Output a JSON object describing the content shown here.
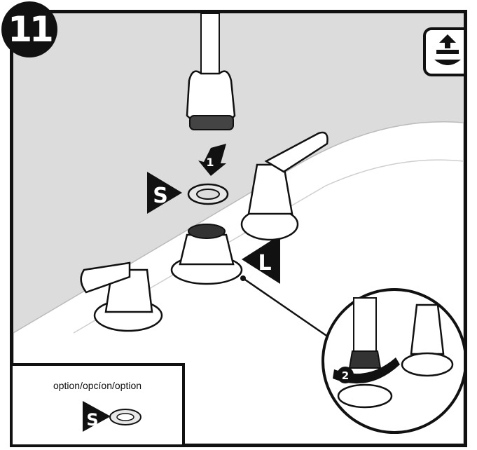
{
  "step": {
    "number": "11"
  },
  "labels": {
    "seal_small": "S",
    "seal_large": "L",
    "arrow_1": "1",
    "arrow_2": "2"
  },
  "inset": {
    "title": "option/opcíon/option",
    "seal_label": "S"
  },
  "icons": [
    "install-icon",
    "arrow-1-icon",
    "rotate-arrow-2-icon"
  ],
  "colors": {
    "frame": "#111111",
    "background": "#dcdcdc",
    "sink": "#ffffff",
    "badge_text": "#ffffff"
  }
}
